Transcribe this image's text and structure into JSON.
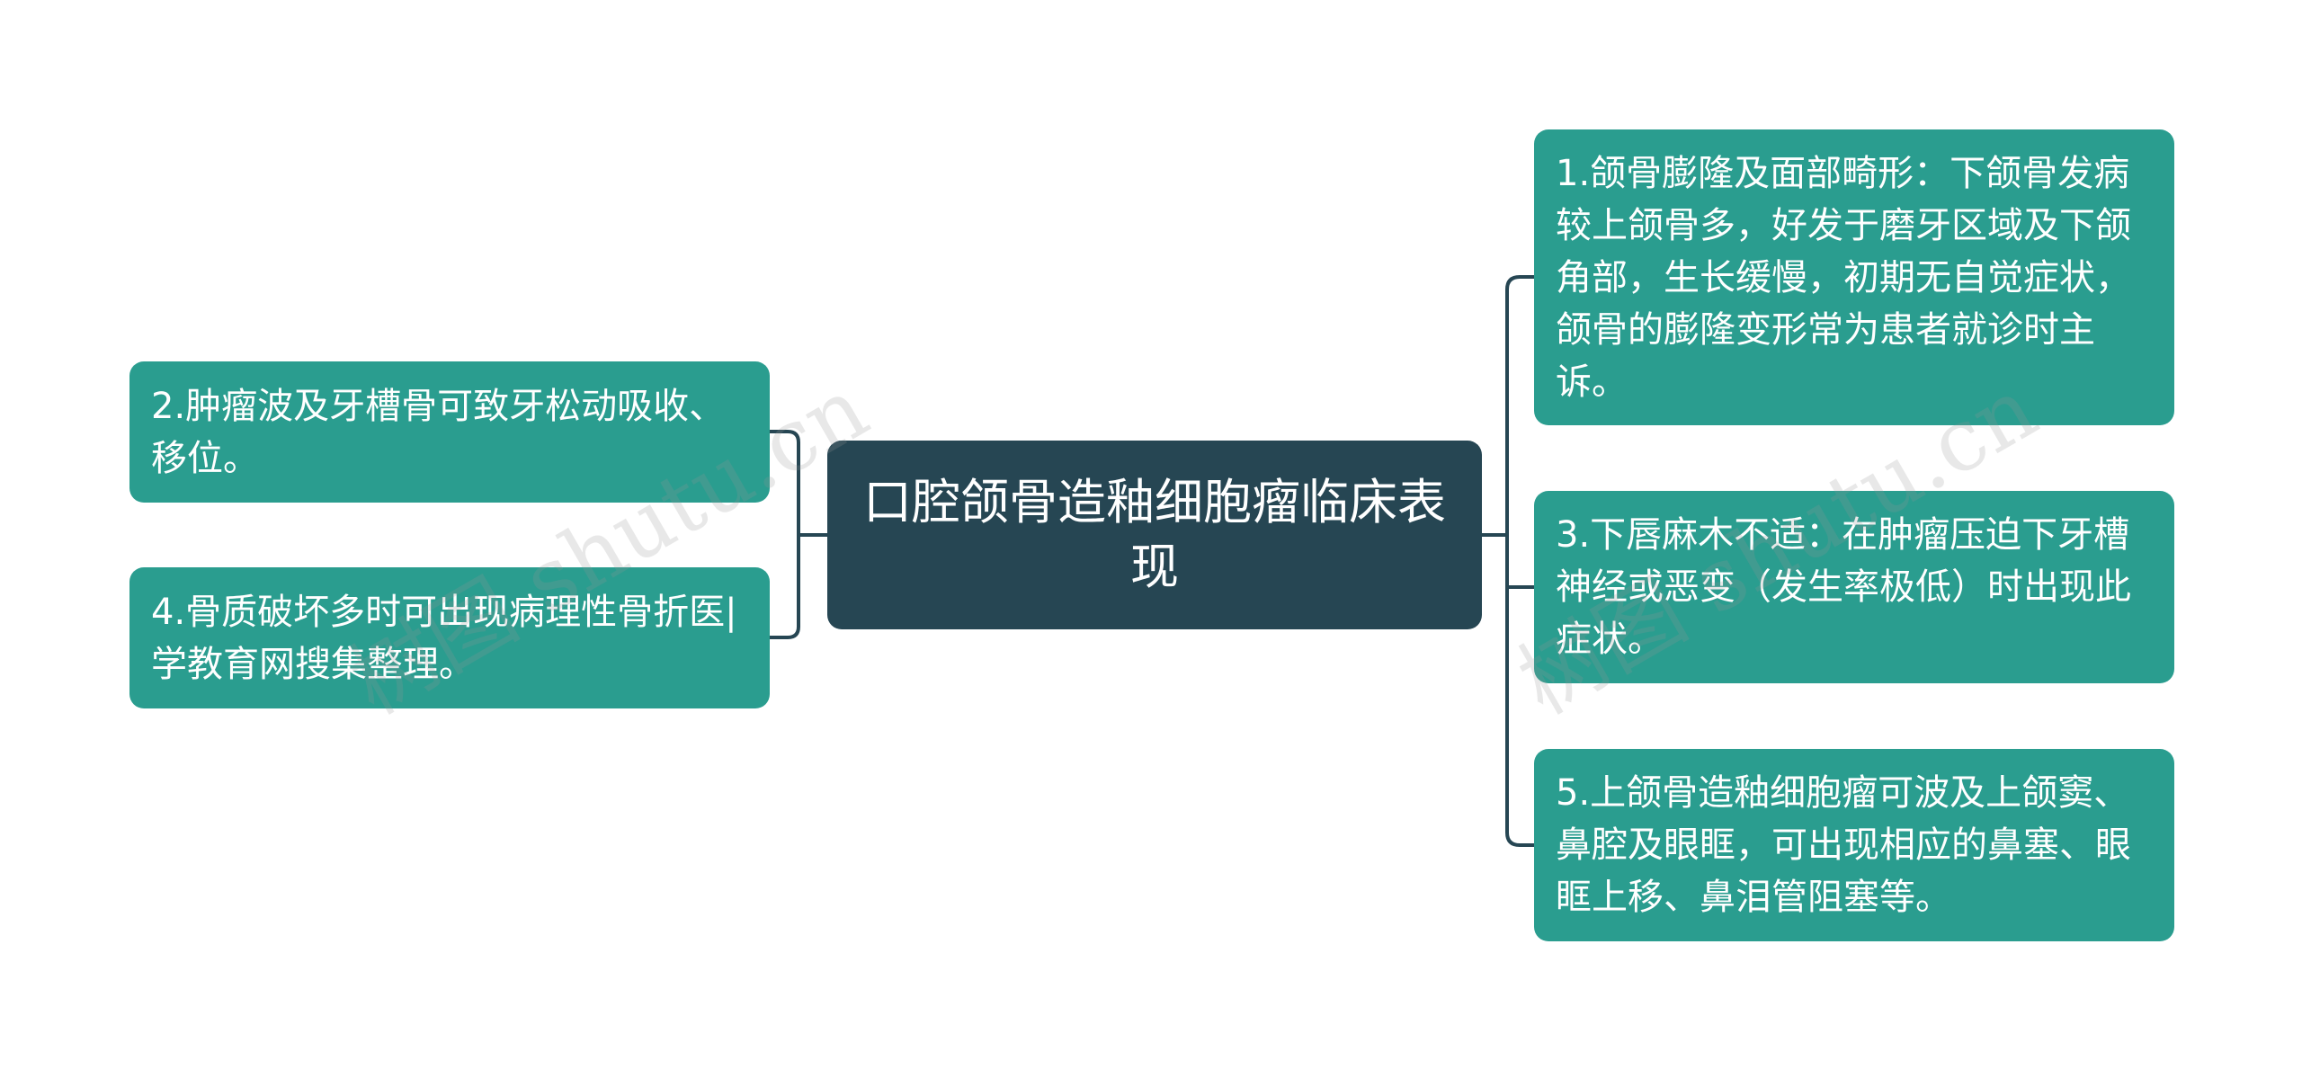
{
  "mindmap": {
    "root": "口腔颌骨造釉细胞瘤临床表现",
    "left_branches": [
      "2.肿瘤波及牙槽骨可致牙松动吸收、移位。",
      "4.骨质破坏多时可出现病理性骨折医|学教育网搜集整理。"
    ],
    "right_branches": [
      "1.颌骨膨隆及面部畸形：下颌骨发病较上颌骨多，好发于磨牙区域及下颌角部，生长缓慢，初期无自觉症状，颌骨的膨隆变形常为患者就诊时主诉。",
      "3.下唇麻木不适：在肿瘤压迫下牙槽神经或恶变（发生率极低）时出现此症状。",
      "5.上颌骨造釉细胞瘤可波及上颌窦、鼻腔及眼眶，可出现相应的鼻塞、眼眶上移、鼻泪管阻塞等。"
    ]
  },
  "watermarks": [
    "树图 shutu.cn",
    "树图 shutu.cn"
  ],
  "colors": {
    "root_bg": "#264653",
    "leaf_bg": "#2a9d8f",
    "connector": "#264653",
    "text": "#ffffff"
  }
}
